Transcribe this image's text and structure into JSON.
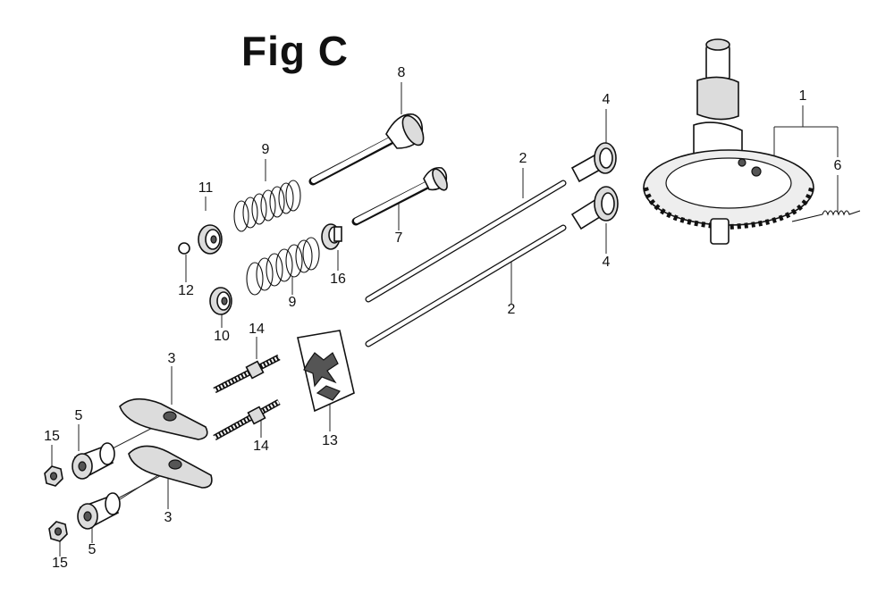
{
  "title": "Fig C",
  "callouts": {
    "c1": "1",
    "c2a": "2",
    "c2b": "2",
    "c3a": "3",
    "c3b": "3",
    "c4a": "4",
    "c4b": "4",
    "c5a": "5",
    "c5b": "5",
    "c6": "6",
    "c7": "7",
    "c8": "8",
    "c9a": "9",
    "c9b": "9",
    "c10": "10",
    "c11": "11",
    "c12": "12",
    "c13": "13",
    "c14a": "14",
    "c14b": "14",
    "c15a": "15",
    "c15b": "15",
    "c16": "16"
  }
}
